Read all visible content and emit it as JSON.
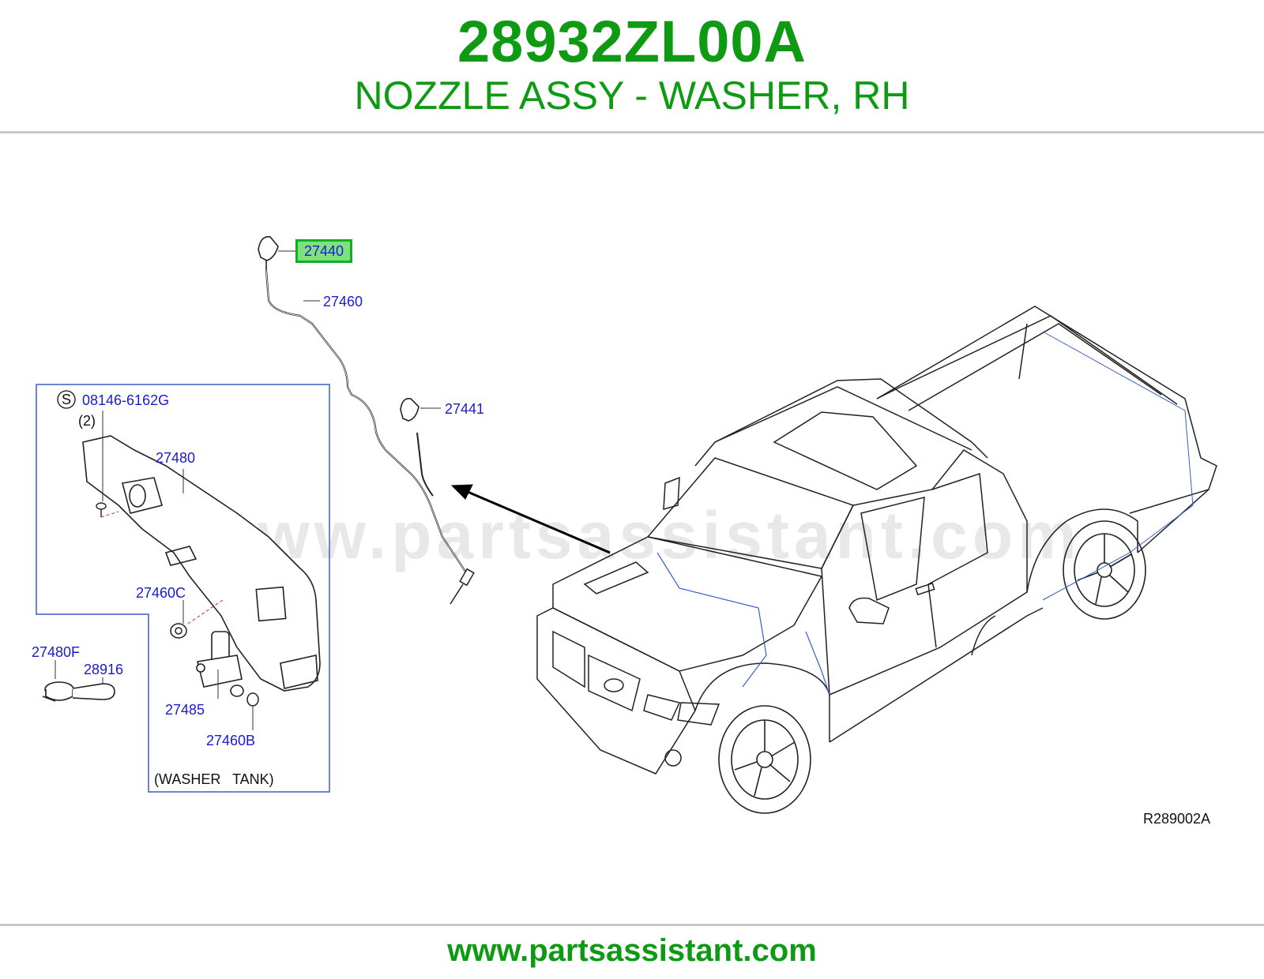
{
  "header": {
    "part_number": "28932ZL00A",
    "part_description": "NOZZLE ASSY - WASHER, RH"
  },
  "diagram": {
    "highlighted_part": "27440",
    "labels": {
      "p27440": "27440",
      "p27460": "27460",
      "p27441": "27441",
      "p08146": "08146-6162G",
      "s_symbol": "S",
      "qty2": "(2)",
      "p27480": "27480",
      "p27460C": "27460C",
      "p27480F": "27480F",
      "p28916": "28916",
      "p27485": "27485",
      "p27460B": "27460B",
      "washer_tank": "(WASHER   TANK)",
      "ref_code": "R289002A"
    },
    "watermark": "www.partsassistant.com"
  },
  "footer": {
    "url": "www.partsassistant.com"
  },
  "colors": {
    "brand_green": "#0f9a14",
    "label_blue": "#1a1ad0",
    "highlight_fill": "#7fe07f",
    "highlight_border": "#10b020"
  }
}
